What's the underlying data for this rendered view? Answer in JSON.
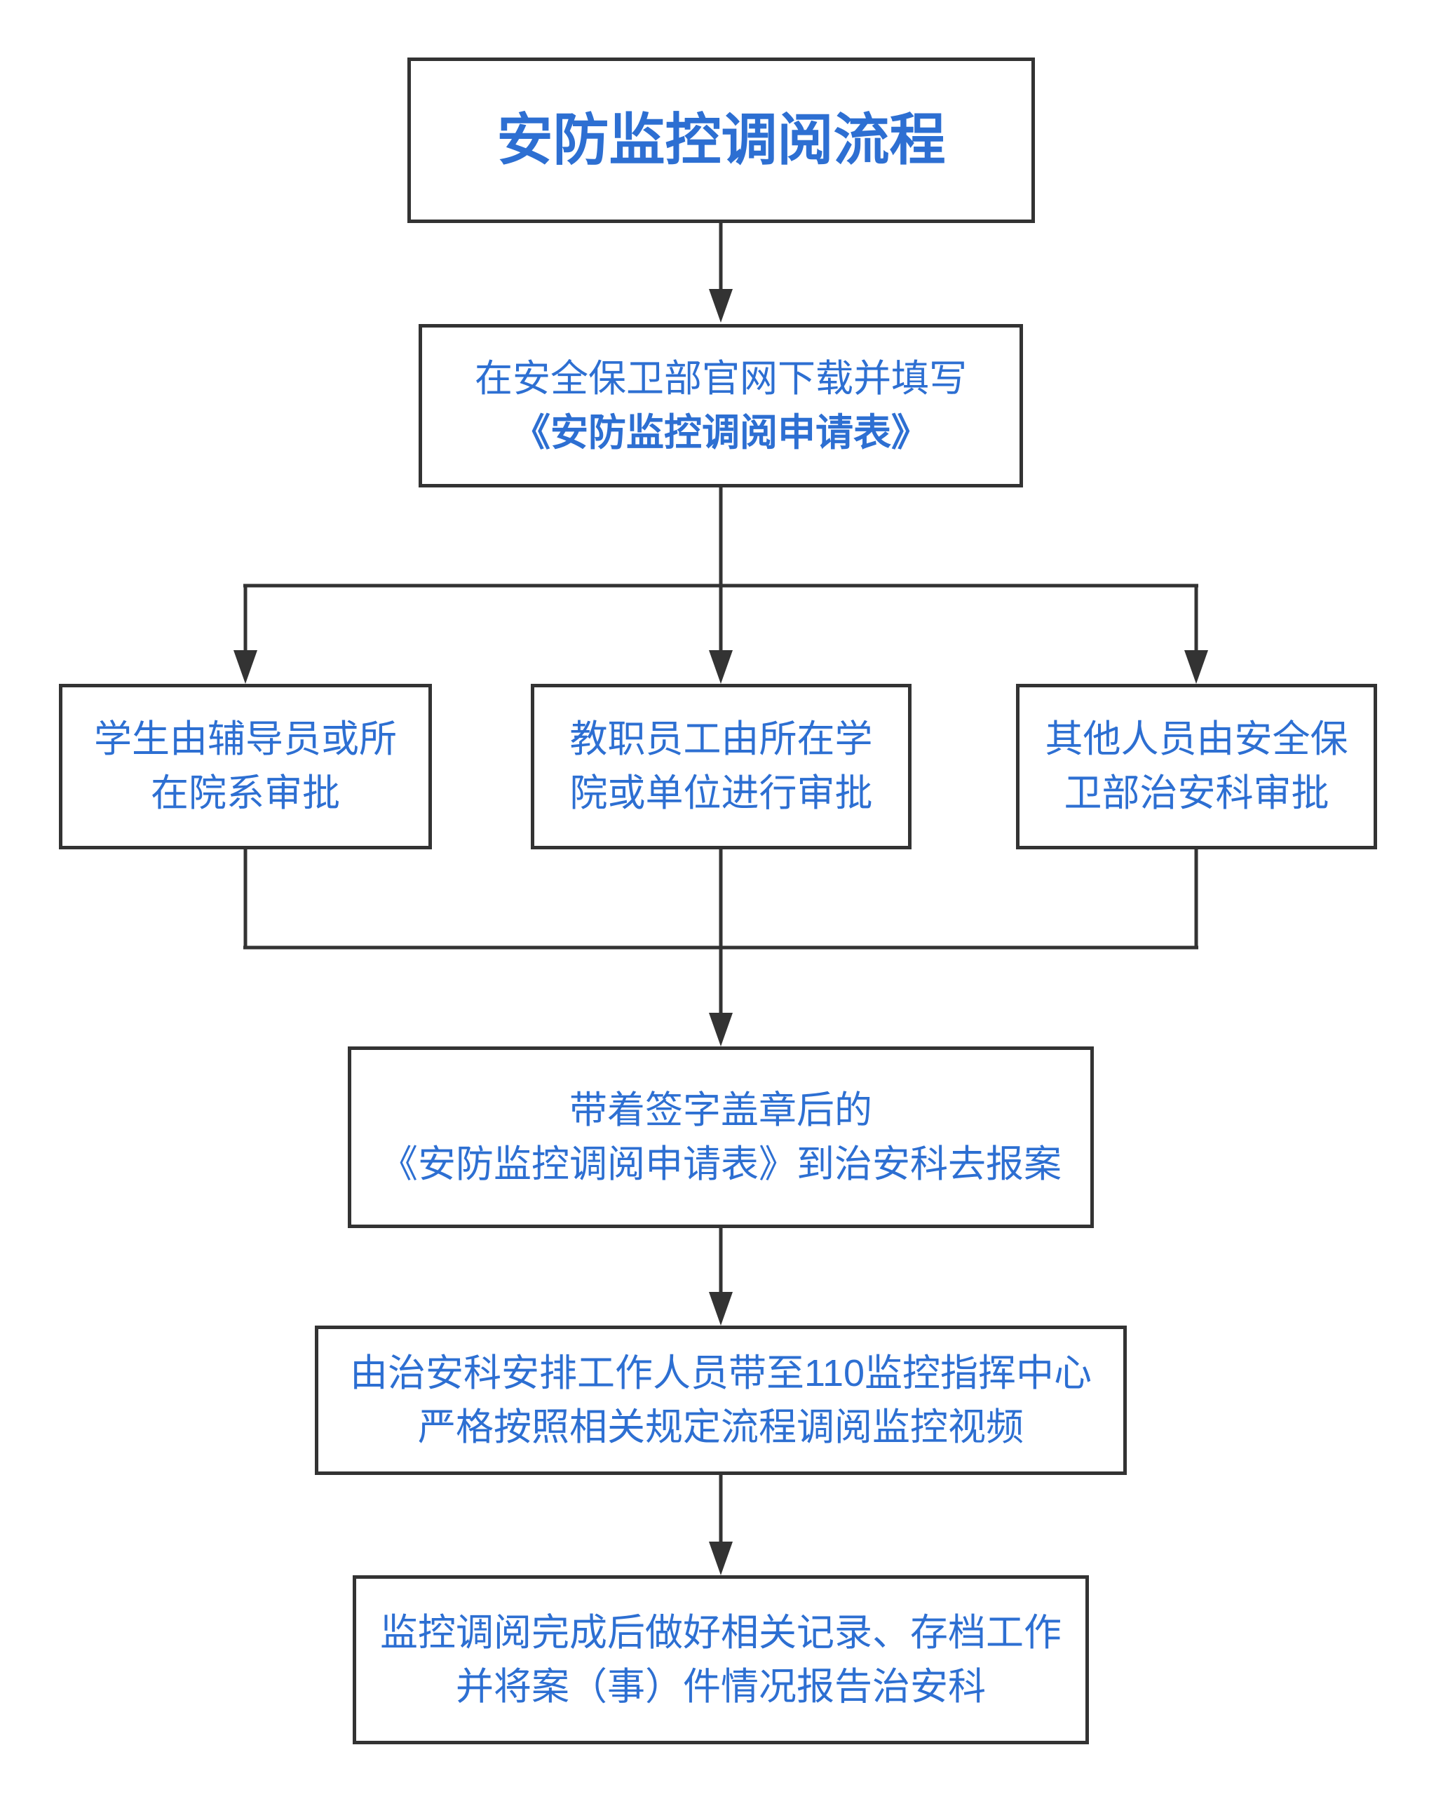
{
  "colors": {
    "accent_blue": "#2D6FD2",
    "line_dark": "#333333",
    "background": "#FFFFFF"
  },
  "flowchart": {
    "title": "安防监控调阅流程",
    "step_download": {
      "line1": "在安全保卫部官网下载并填写",
      "line2": "《安防监控调阅申请表》"
    },
    "branches": [
      {
        "line1": "学生由辅导员或所",
        "line2": "在院系审批"
      },
      {
        "line1": "教职员工由所在学",
        "line2": "院或单位进行审批"
      },
      {
        "line1": "其他人员由安全保",
        "line2": "卫部治安科审批"
      }
    ],
    "step_report": {
      "line1": "带着签字盖章后的",
      "line2": "《安防监控调阅申请表》到治安科去报案"
    },
    "step_view": {
      "line1": "由治安科安排工作人员带至110监控指挥中心",
      "line2": "严格按照相关规定流程调阅监控视频"
    },
    "step_record": {
      "line1": "监控调阅完成后做好相关记录、存档工作",
      "line2": "并将案（事）件情况报告治安科"
    }
  }
}
